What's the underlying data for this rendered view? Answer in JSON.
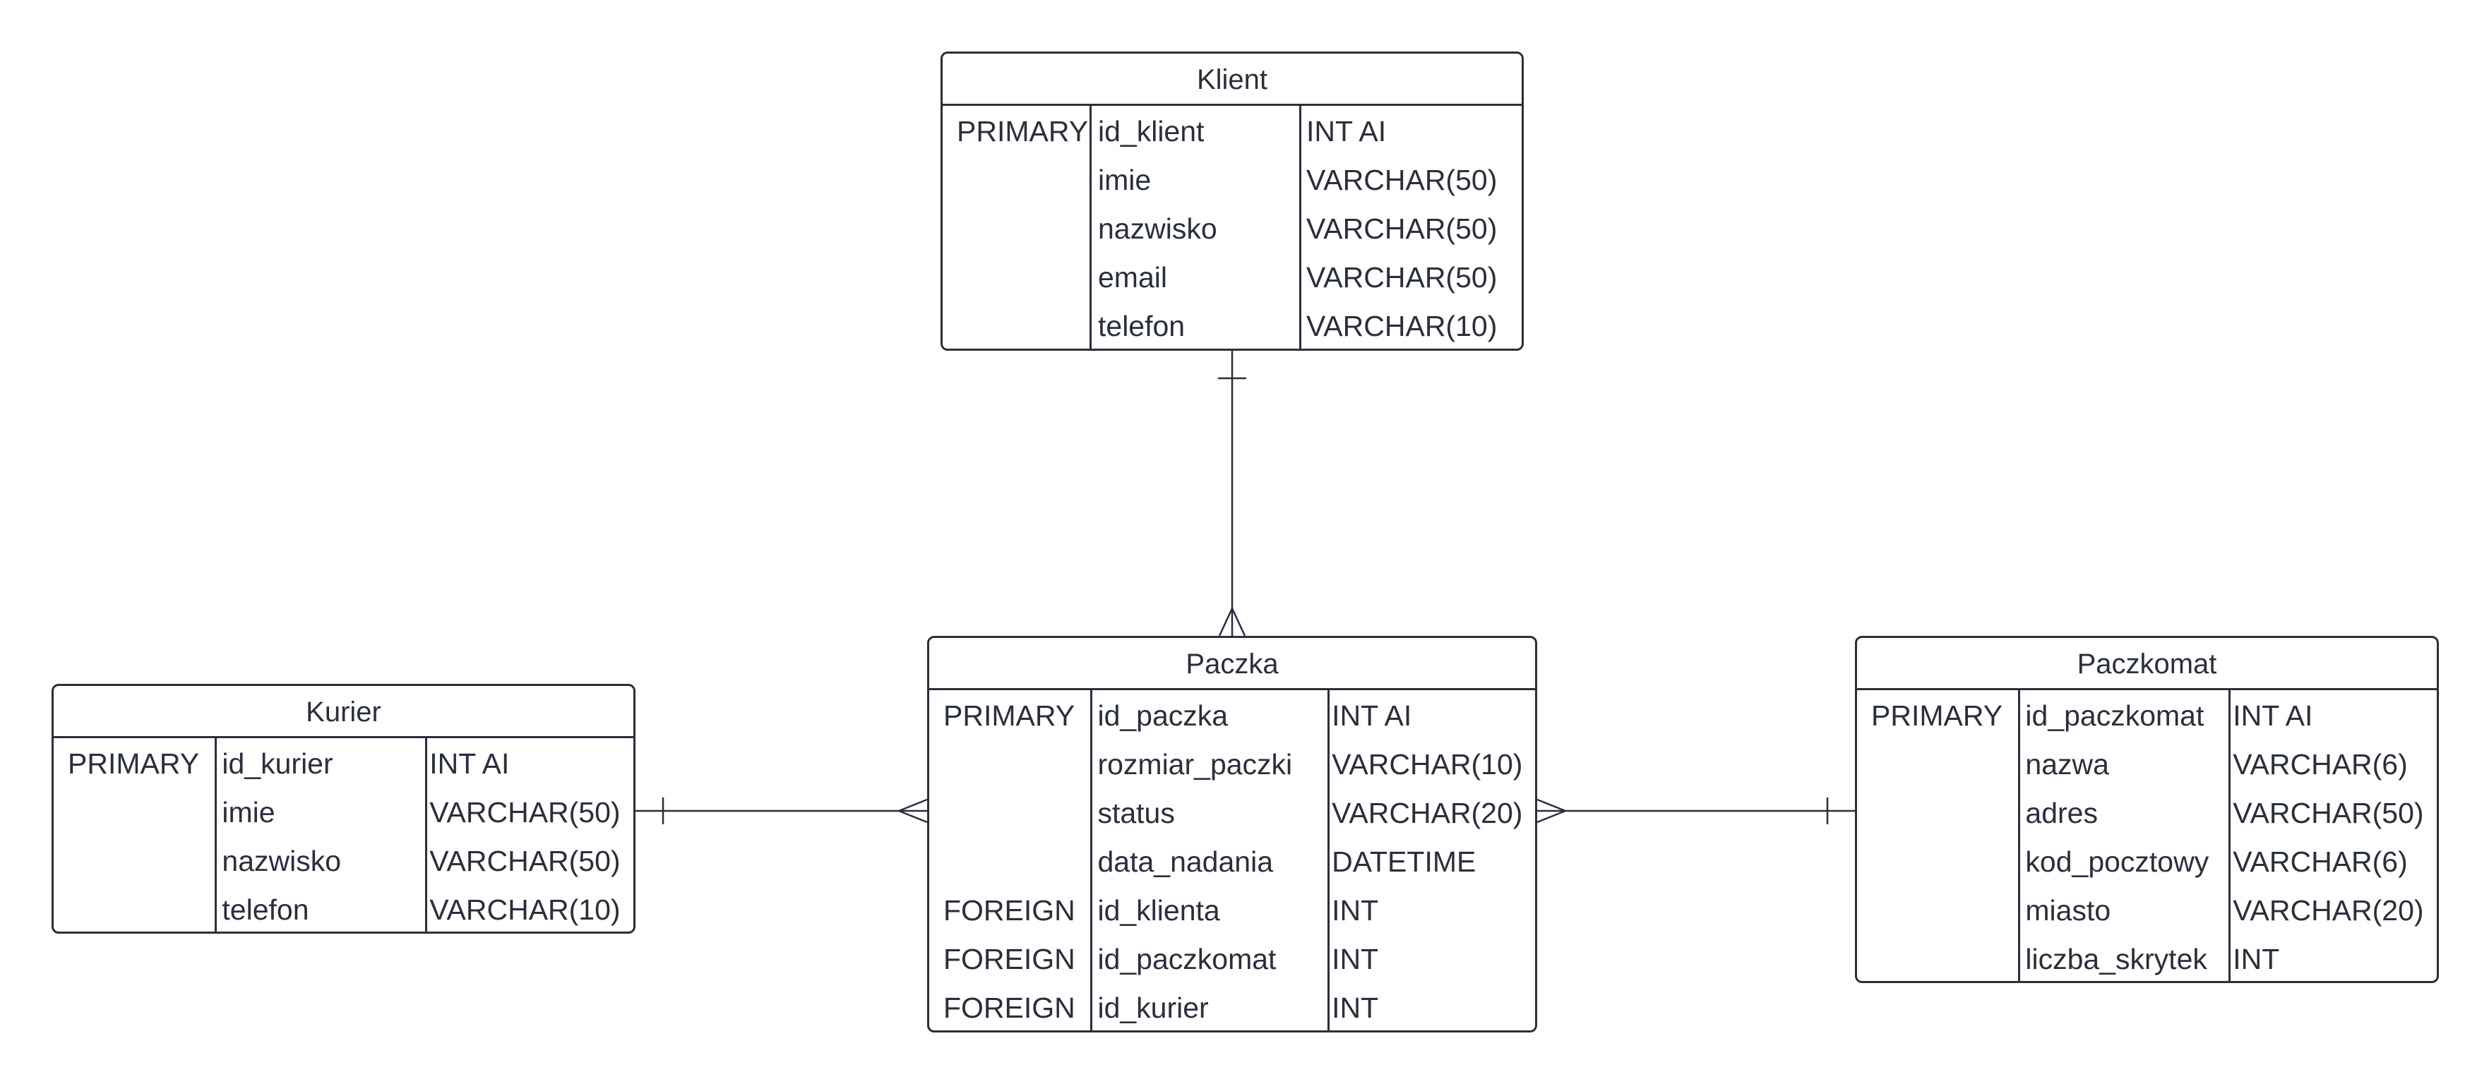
{
  "colors": {
    "stroke": "#2a2f3c",
    "background": "#ffffff"
  },
  "entities": {
    "klient": {
      "title": "Klient",
      "rows": [
        {
          "key": "PRIMARY",
          "name": "id_klient",
          "type": "INT AI"
        },
        {
          "key": "",
          "name": "imie",
          "type": "VARCHAR(50)"
        },
        {
          "key": "",
          "name": "nazwisko",
          "type": "VARCHAR(50)"
        },
        {
          "key": "",
          "name": "email",
          "type": "VARCHAR(50)"
        },
        {
          "key": "",
          "name": "telefon",
          "type": "VARCHAR(10)"
        }
      ]
    },
    "kurier": {
      "title": "Kurier",
      "rows": [
        {
          "key": "PRIMARY",
          "name": "id_kurier",
          "type": "INT AI"
        },
        {
          "key": "",
          "name": "imie",
          "type": "VARCHAR(50)"
        },
        {
          "key": "",
          "name": "nazwisko",
          "type": "VARCHAR(50)"
        },
        {
          "key": "",
          "name": "telefon",
          "type": "VARCHAR(10)"
        }
      ]
    },
    "paczka": {
      "title": "Paczka",
      "rows": [
        {
          "key": "PRIMARY",
          "name": "id_paczka",
          "type": "INT AI"
        },
        {
          "key": "",
          "name": "rozmiar_paczki",
          "type": "VARCHAR(10)"
        },
        {
          "key": "",
          "name": "status",
          "type": "VARCHAR(20)"
        },
        {
          "key": "",
          "name": "data_nadania",
          "type": "DATETIME"
        },
        {
          "key": "FOREIGN",
          "name": "id_klienta",
          "type": "INT"
        },
        {
          "key": "FOREIGN",
          "name": "id_paczkomat",
          "type": "INT"
        },
        {
          "key": "FOREIGN",
          "name": "id_kurier",
          "type": "INT"
        }
      ]
    },
    "paczkomat": {
      "title": "Paczkomat",
      "rows": [
        {
          "key": "PRIMARY",
          "name": "id_paczkomat",
          "type": "INT AI"
        },
        {
          "key": "",
          "name": "nazwa",
          "type": "VARCHAR(6)"
        },
        {
          "key": "",
          "name": "adres",
          "type": "VARCHAR(50)"
        },
        {
          "key": "",
          "name": "kod_pocztowy",
          "type": "VARCHAR(6)"
        },
        {
          "key": "",
          "name": "miasto",
          "type": "VARCHAR(20)"
        },
        {
          "key": "",
          "name": "liczba_skrytek",
          "type": "INT"
        }
      ]
    }
  },
  "relationships": [
    {
      "from": "klient",
      "from_end": "one",
      "to": "paczka",
      "to_end": "many"
    },
    {
      "from": "kurier",
      "from_end": "one",
      "to": "paczka",
      "to_end": "many"
    },
    {
      "from": "paczkomat",
      "from_end": "one",
      "to": "paczka",
      "to_end": "many"
    }
  ]
}
